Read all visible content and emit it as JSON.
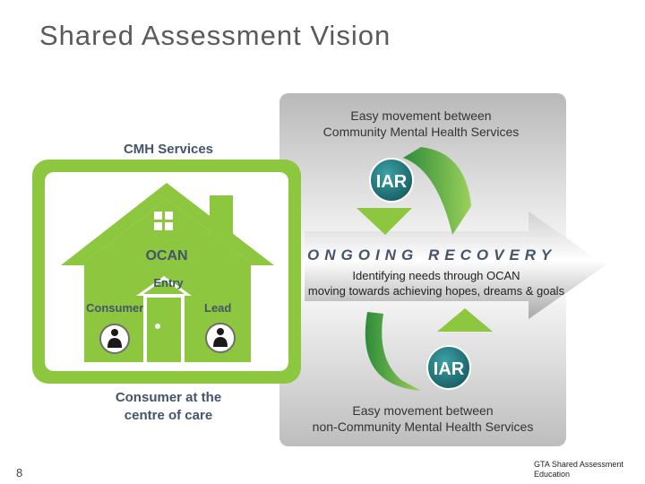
{
  "slide": {
    "title": "Shared Assessment Vision",
    "number": "8",
    "footer": "GTA Shared Assessment Education"
  },
  "colors": {
    "green": "#8dc63f",
    "dark_green": "#2e8b3a",
    "teal": "#1f7a80",
    "slate": "#44546a",
    "panel_gray": "#c8c8c8",
    "arrow_blue_gray": "#6d7f8f"
  },
  "diagram": {
    "cmh_label": "CMH Services",
    "ocan_label": "OCAN",
    "entry_label": "Entry",
    "consumer_label": "Consumer",
    "lead_label": "Lead",
    "centre_line1": "Consumer at the",
    "centre_line2": "centre of care",
    "top_line1": "Easy movement between",
    "top_line2": "Community Mental Health Services",
    "iar_top": "IAR",
    "iar_bottom": "IAR",
    "ongoing": "ONGOING",
    "recovery": "RECOVERY",
    "needs_line": "Identifying needs through OCAN",
    "goals_line": "moving towards achieving hopes, dreams & goals",
    "bottom_line1": "Easy movement between",
    "bottom_line2": "non-Community Mental Health Services"
  }
}
